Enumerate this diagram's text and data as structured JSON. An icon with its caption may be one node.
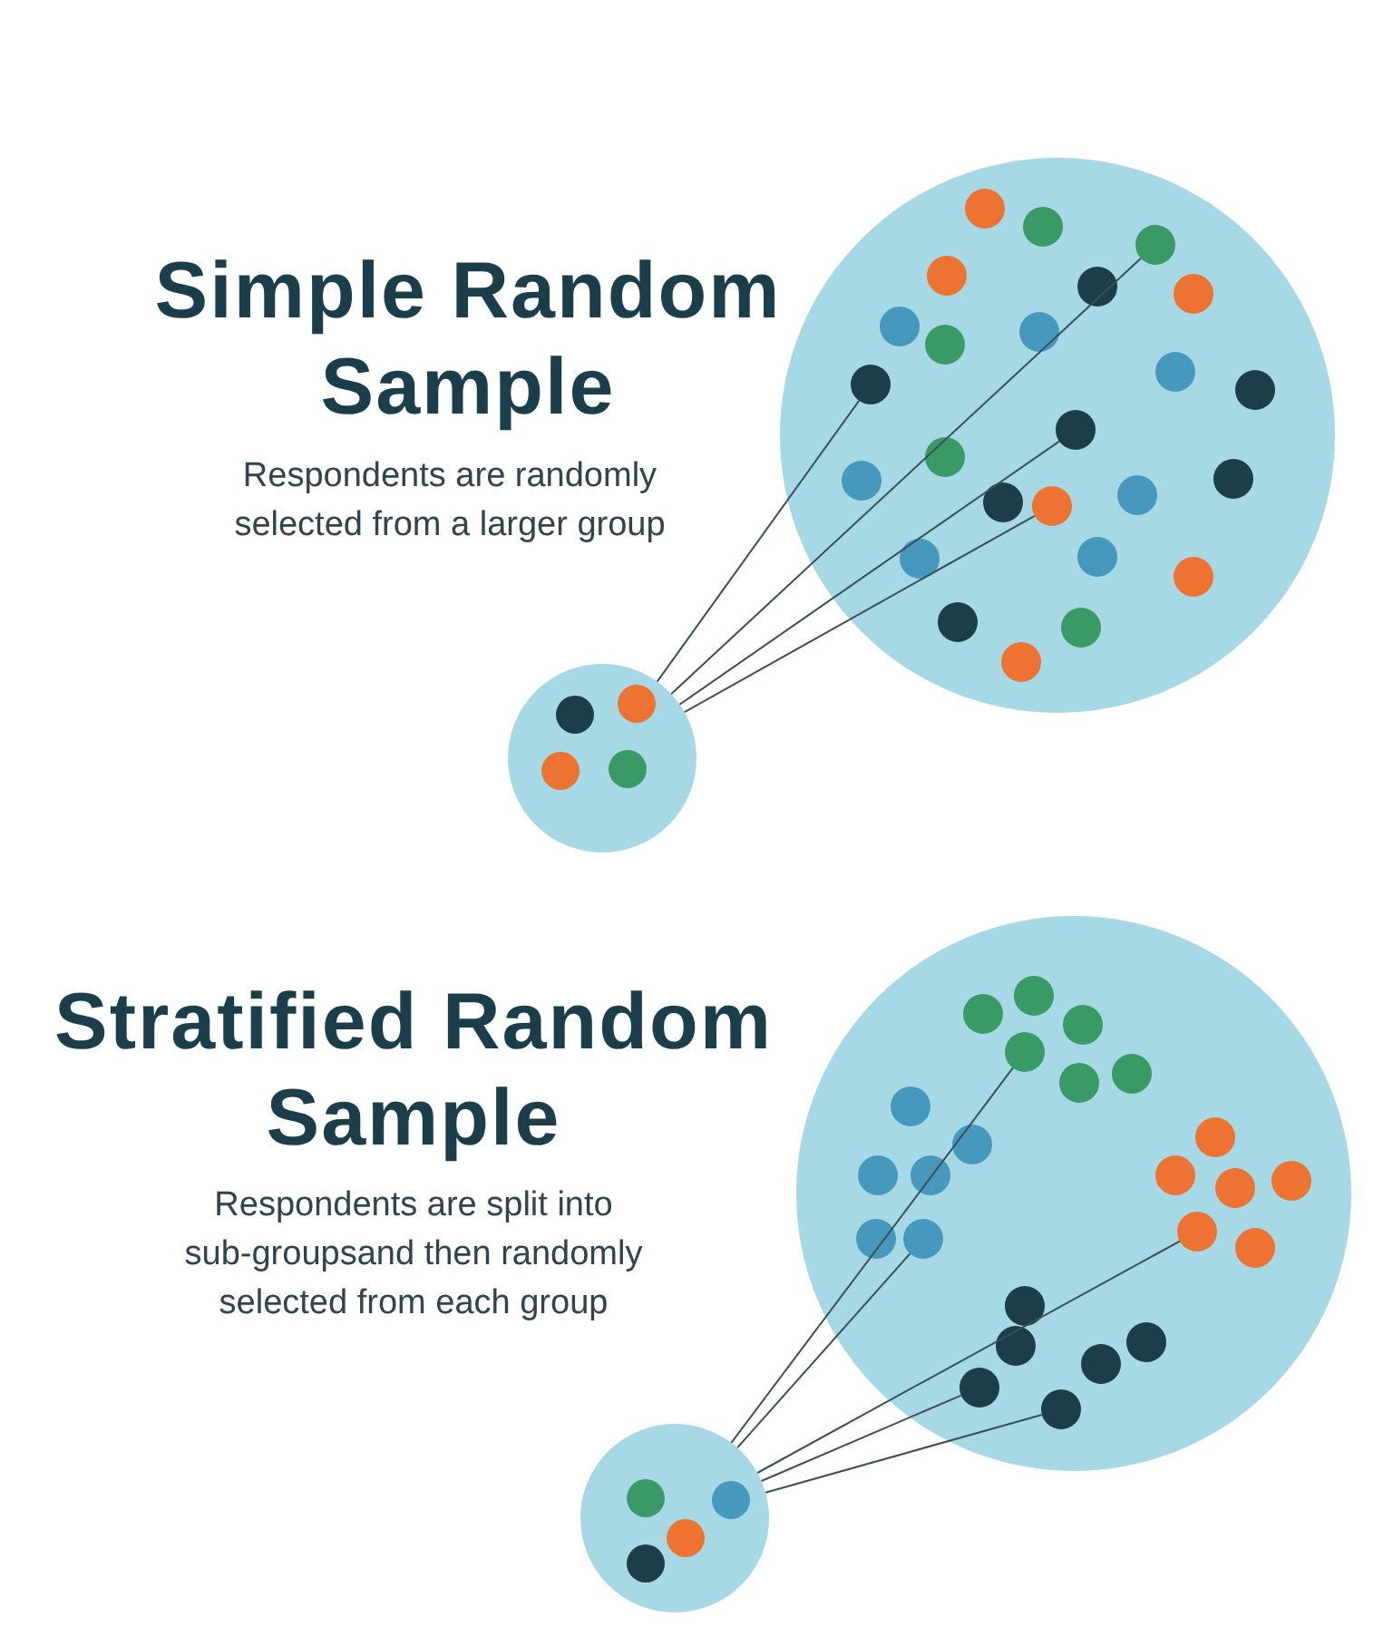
{
  "diagram": {
    "nodes": [
      {
        "text": [],
        "shape": "circle"
      },
      {
        "text": [],
        "shape": "circle",
        "in": 0
      },
      {
        "text": [],
        "shape": "circle",
        "in": 0
      },
      {
        "text": [],
        "shape": "circle",
        "in": 0
      },
      {
        "text": [],
        "shape": "circle",
        "in": 0
      },
      {
        "text": [],
        "shape": "circle"
      },
      {
        "text": [],
        "shape": "circle"
      },
      {
        "text": [],
        "shape": "circle",
        "in": 6
      },
      {
        "text": [],
        "shape": "circle",
        "in": 6
      },
      {
        "text": [],
        "shape": "circle",
        "in": 6
      },
      {
        "text": [],
        "shape": "circle",
        "in": 6
      },
      {
        "text": [],
        "shape": "circle",
        "in": 6
      },
      {
        "text": [],
        "shape": "circle"
      }
    ],
    "edges": [
      {
        "from": 5,
        "to": 1,
        "arrow": "none"
      },
      {
        "from": 5,
        "to": 2,
        "arrow": "none"
      },
      {
        "from": 5,
        "to": 3,
        "arrow": "none"
      },
      {
        "from": 5,
        "to": 4,
        "arrow": "none"
      },
      {
        "from": 12,
        "to": 7,
        "arrow": "none"
      },
      {
        "from": 12,
        "to": 8,
        "arrow": "none"
      },
      {
        "from": 12,
        "to": 9,
        "arrow": "none"
      },
      {
        "from": 12,
        "to": 10,
        "arrow": "none"
      },
      {
        "from": 12,
        "to": 11,
        "arrow": "none"
      }
    ],
    "labels": [
      "Simple Random Sample",
      "Respondents are randomly selected from a larger group",
      "Stratified Random Sample",
      "Respondents are split into sub-groupsand then randomly selected from each group"
    ]
  }
}
